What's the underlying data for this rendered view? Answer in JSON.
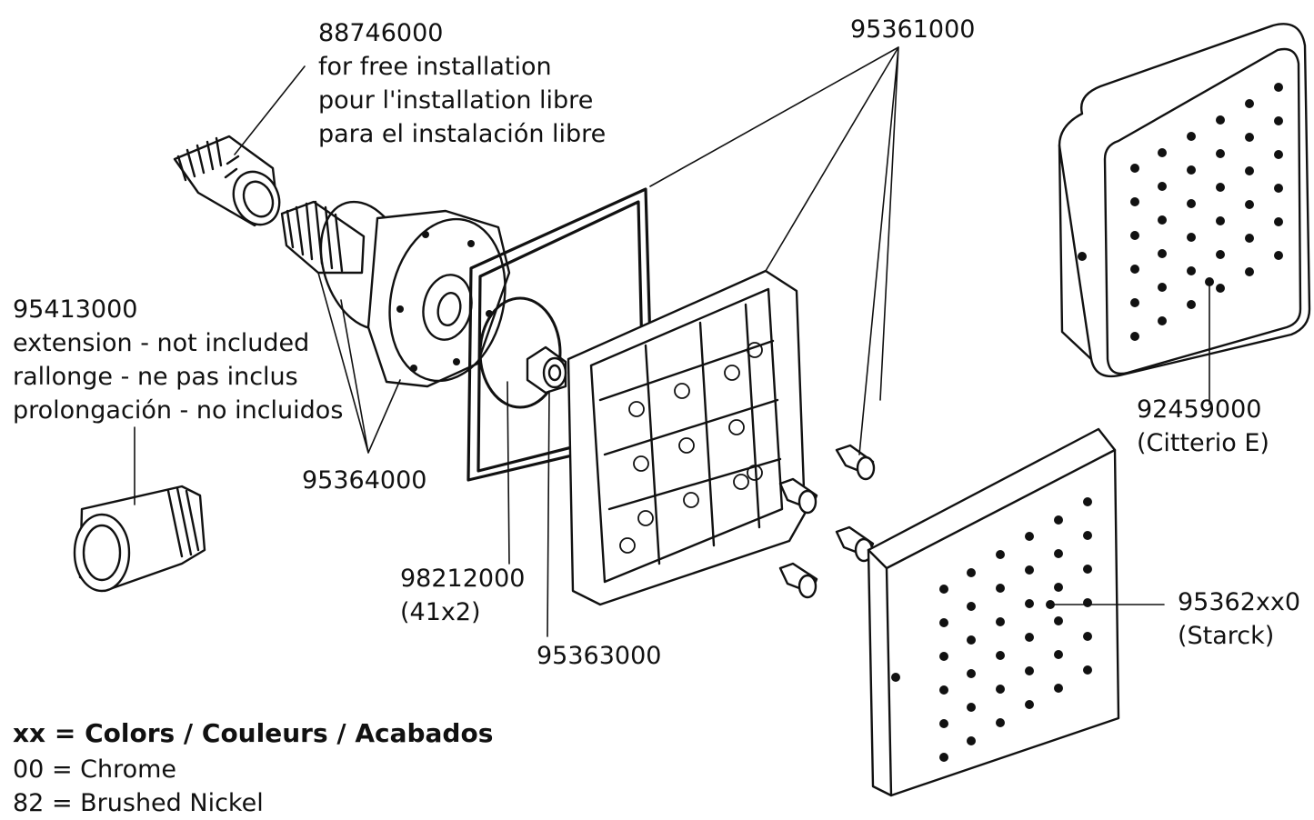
{
  "parts": {
    "p88746000": {
      "number": "88746000",
      "lines": [
        "for free installation",
        "pour l'installation libre",
        "para el instalación libre"
      ]
    },
    "p95413000": {
      "number": "95413000",
      "lines": [
        "extension - not included",
        "rallonge - ne pas inclus",
        "prolongación - no incluidos"
      ]
    },
    "p95364000": {
      "number": "95364000"
    },
    "p98212000": {
      "number": "98212000",
      "lines": [
        "(41x2)"
      ]
    },
    "p95363000": {
      "number": "95363000"
    },
    "p95361000": {
      "number": "95361000"
    },
    "p92459000": {
      "number": "92459000",
      "lines": [
        "(Citterio E)"
      ]
    },
    "p95362xx0": {
      "number": "95362xx0",
      "lines": [
        "(Starck)"
      ]
    }
  },
  "legend": {
    "title": "xx = Colors / Couleurs / Acabados",
    "items": [
      "00 = Chrome",
      "82 = Brushed Nickel"
    ]
  }
}
